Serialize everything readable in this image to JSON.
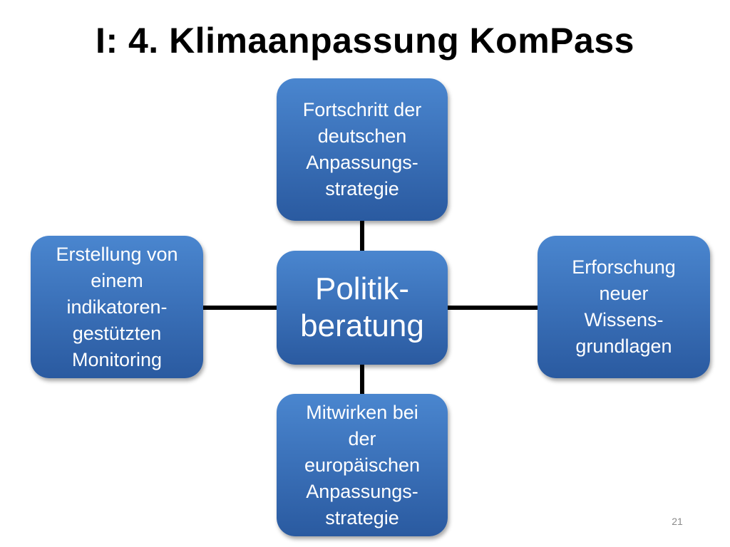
{
  "slide": {
    "title": "I: 4. Klimaanpassung KomPass",
    "page_number": "21"
  },
  "diagram": {
    "center": {
      "lines": [
        "Politik-",
        "beratung"
      ]
    },
    "top": {
      "lines": [
        "Fortschritt der",
        "deutschen",
        "Anpassungs-",
        "strategie"
      ]
    },
    "right": {
      "lines": [
        "Erforschung",
        "neuer",
        "Wissens-",
        "grundlagen"
      ]
    },
    "bottom": {
      "lines": [
        "Mitwirken bei",
        "der",
        "europäischen",
        "Anpassungs-",
        "strategie"
      ]
    },
    "left": {
      "lines": [
        "Erstellung von",
        "einem",
        "indikatoren-",
        "gestützten",
        "Monitoring"
      ]
    },
    "colors": {
      "node_fill_top": "#4a86cf",
      "node_fill_bottom": "#2a5aa0",
      "node_text": "#ffffff",
      "connector": "#000000"
    }
  }
}
